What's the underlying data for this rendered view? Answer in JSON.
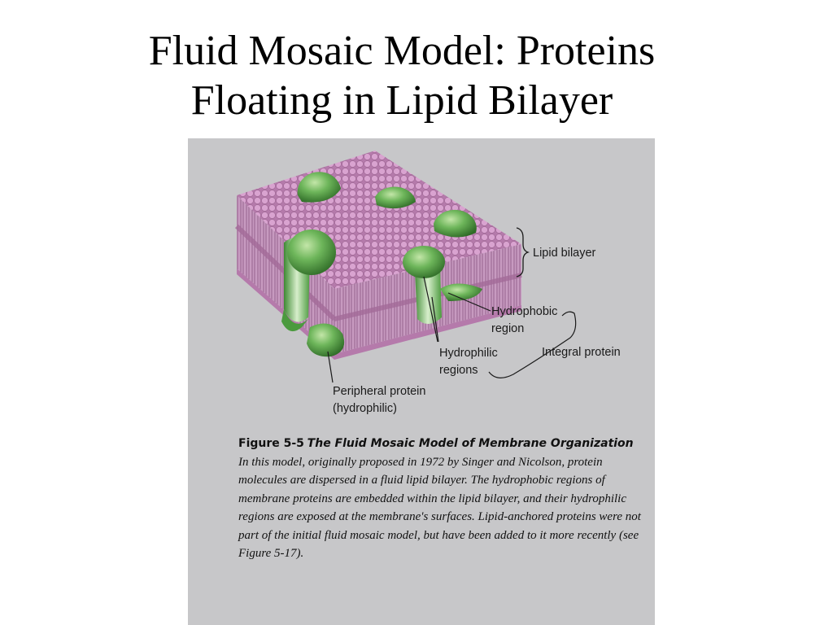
{
  "slide": {
    "title_line1": "Fluid Mosaic Model: Proteins",
    "title_line2": "Floating in Lipid Bilayer"
  },
  "figure": {
    "labels": {
      "lipid_bilayer": "Lipid bilayer",
      "hydrophobic_1": "Hydrophobic",
      "hydrophobic_2": "region",
      "integral": "Integral protein",
      "hydrophilic_1": "Hydrophilic",
      "hydrophilic_2": "regions",
      "peripheral_1": "Peripheral protein",
      "peripheral_2": "(hydrophilic)"
    },
    "caption": {
      "fig_num": "Figure 5-5",
      "fig_title": "The Fluid Mosaic Model of Membrane Organization",
      "body": "In this model, originally proposed in 1972 by Singer and Nicolson, protein molecules are dispersed in a fluid lipid bilayer. The hydrophobic regions of membrane proteins are embedded within the lipid bilayer, and their hydrophilic regions are exposed at the membrane's surfaces. Lipid-anchored proteins were not part of the initial fluid mosaic model, but have been added to it more recently (see Figure 5-17)."
    },
    "colors": {
      "panel": "#c7c7c9",
      "lipid_head": "#c98fc0",
      "lipid_tail": "#9c6a96",
      "protein": "#5fa64e",
      "protein_light": "#a6d48c",
      "protein_dark": "#2f6b27"
    }
  }
}
